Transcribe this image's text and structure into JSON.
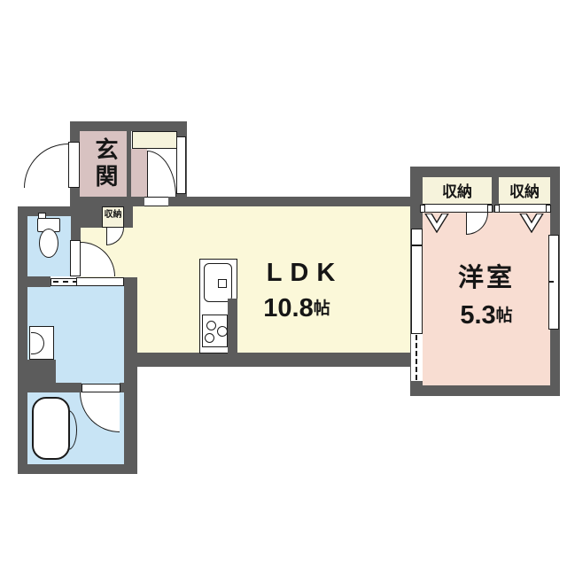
{
  "floorplan": {
    "rooms": {
      "genkan": {
        "label": "玄関"
      },
      "ldk": {
        "label": "LDK",
        "size_value": "10.8",
        "size_unit": "帖"
      },
      "western_room": {
        "label": "洋室",
        "size_value": "5.3",
        "size_unit": "帖"
      },
      "hall_closet": {
        "label": "収納"
      },
      "closet_left": {
        "label": "収納"
      },
      "closet_right": {
        "label": "収納"
      }
    },
    "fixtures": [
      "kitchen-sink",
      "gas-stove",
      "toilet",
      "washbasin",
      "bathtub"
    ],
    "colors": {
      "wall": "#5c5c5c",
      "line": "#1b1b1b",
      "ldk_floor": "#fbf8d9",
      "western_room_floor": "#f8ddd2",
      "genkan_floor": "#d8c2c1",
      "wet_area_floor": "#c8e4f5",
      "closet_floor": "#f6f3dc"
    }
  }
}
